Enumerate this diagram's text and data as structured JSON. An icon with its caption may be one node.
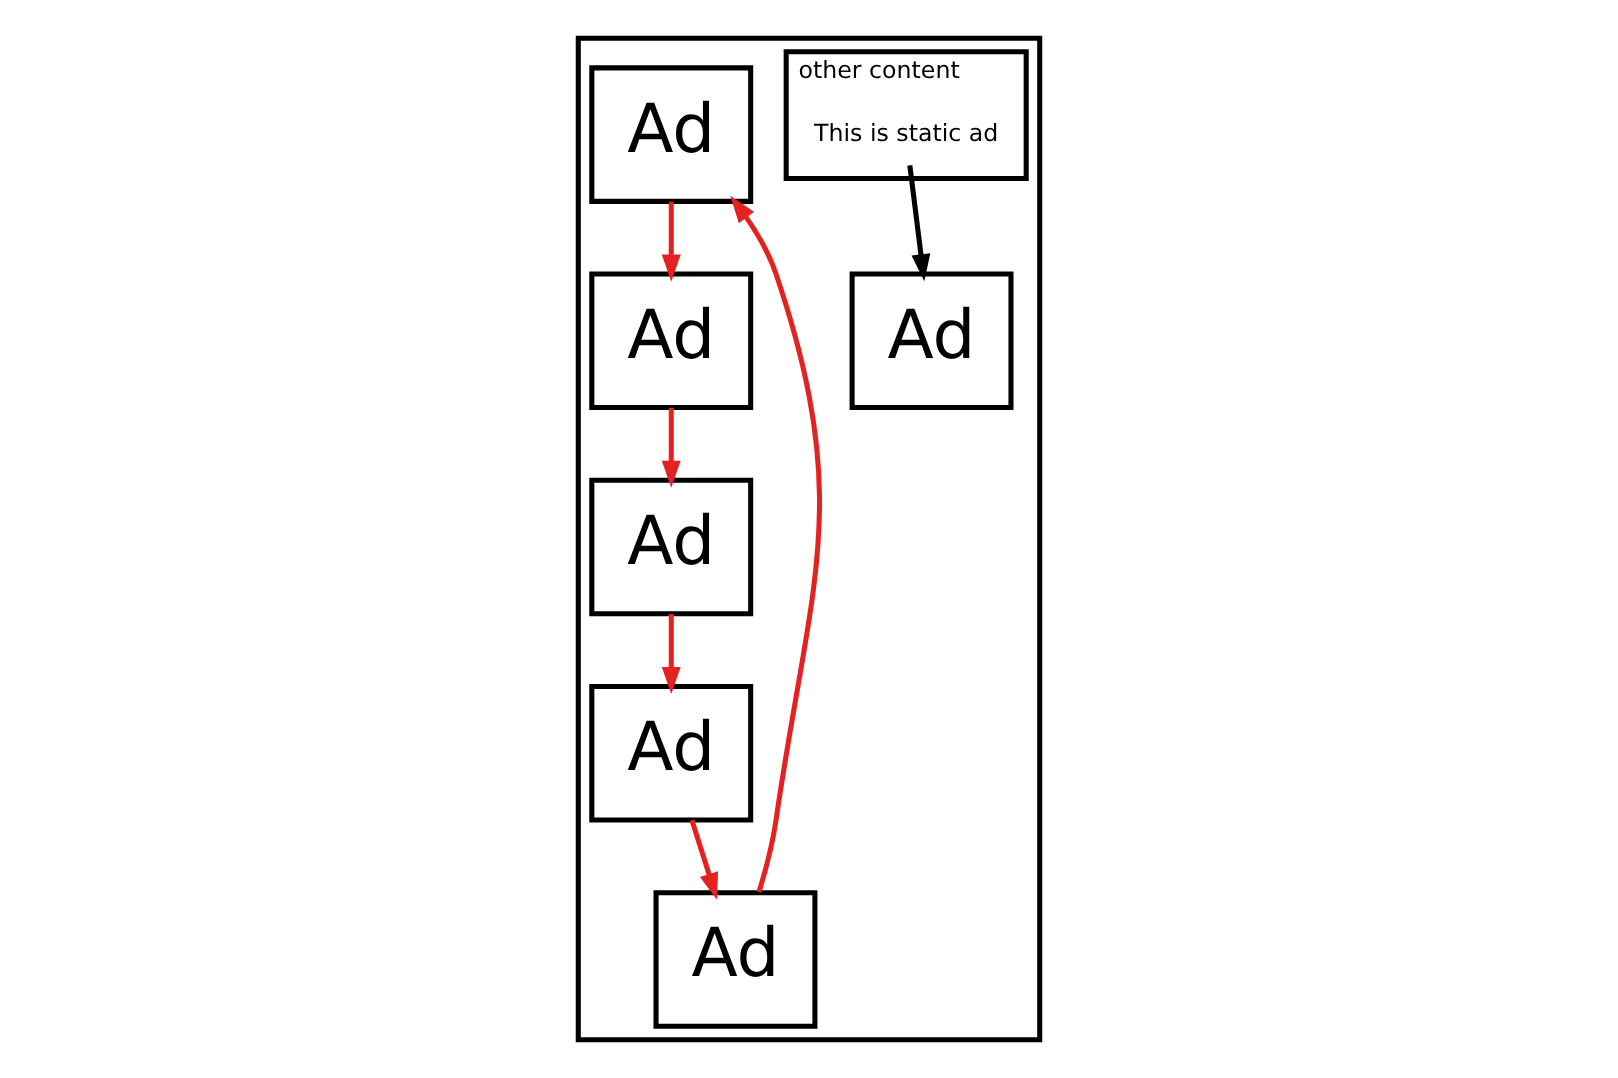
{
  "diagram": {
    "nodes": [
      {
        "text": [],
        "shape": "box"
      },
      {
        "text": [
          "other content"
        ],
        "in": 0
      },
      {
        "text": [
          "Ad"
        ],
        "in": 0
      },
      {
        "text": [
          "Ad"
        ],
        "in": 0
      },
      {
        "text": [
          "This is static ad"
        ],
        "in": 1
      },
      {
        "text": [
          "Ad"
        ],
        "in": 0
      },
      {
        "text": [
          "Ad"
        ],
        "in": 0
      },
      {
        "text": [
          "Ad"
        ],
        "in": 0
      },
      {
        "text": [
          "Ad"
        ],
        "in": 0
      }
    ],
    "edges": [
      {
        "from": 5,
        "to": 2,
        "arrow": "to"
      },
      {
        "from": 2,
        "to": 3,
        "arrow": "to"
      },
      {
        "from": 3,
        "to": 7,
        "arrow": "to"
      },
      {
        "from": 7,
        "to": 6,
        "arrow": "to"
      },
      {
        "from": 6,
        "to": 5,
        "arrow": "to"
      },
      {
        "from": 4,
        "to": 8,
        "arrow": "to",
        "color": "#000000"
      }
    ]
  }
}
